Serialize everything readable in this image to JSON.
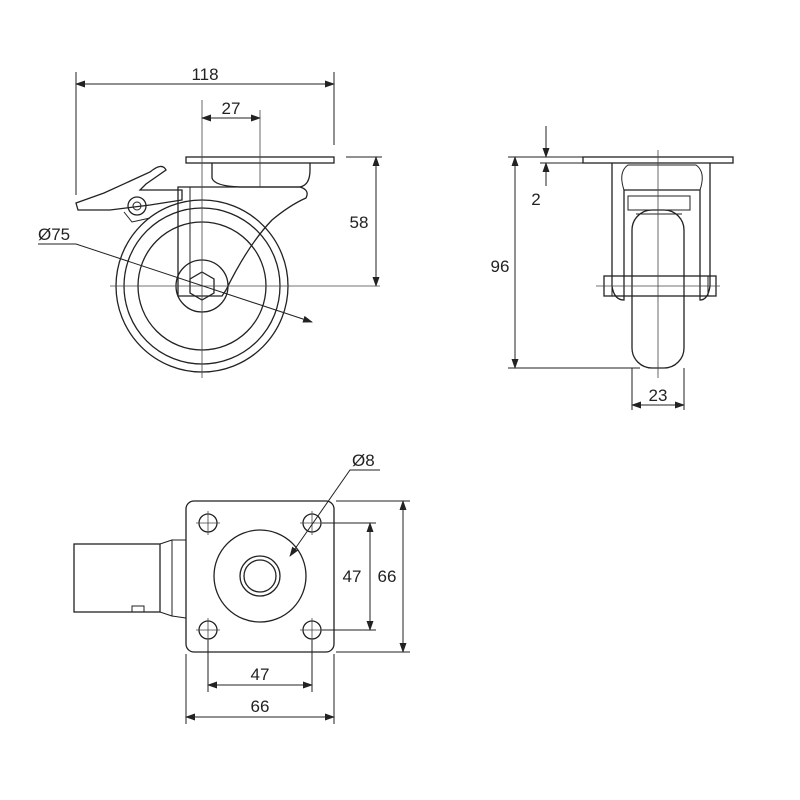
{
  "drawing": {
    "side_view": {
      "overall_width": "118",
      "top_plate_offset": "27",
      "wheel_diameter": "Ø75",
      "axle_height": "58"
    },
    "front_view": {
      "plate_thickness": "2",
      "overall_height": "96",
      "wheel_width": "23"
    },
    "top_view": {
      "bolt_hole_diameter": "Ø8",
      "hole_spacing_vertical": "47",
      "plate_height": "66",
      "hole_spacing_horizontal": "47",
      "plate_width": "66"
    }
  }
}
